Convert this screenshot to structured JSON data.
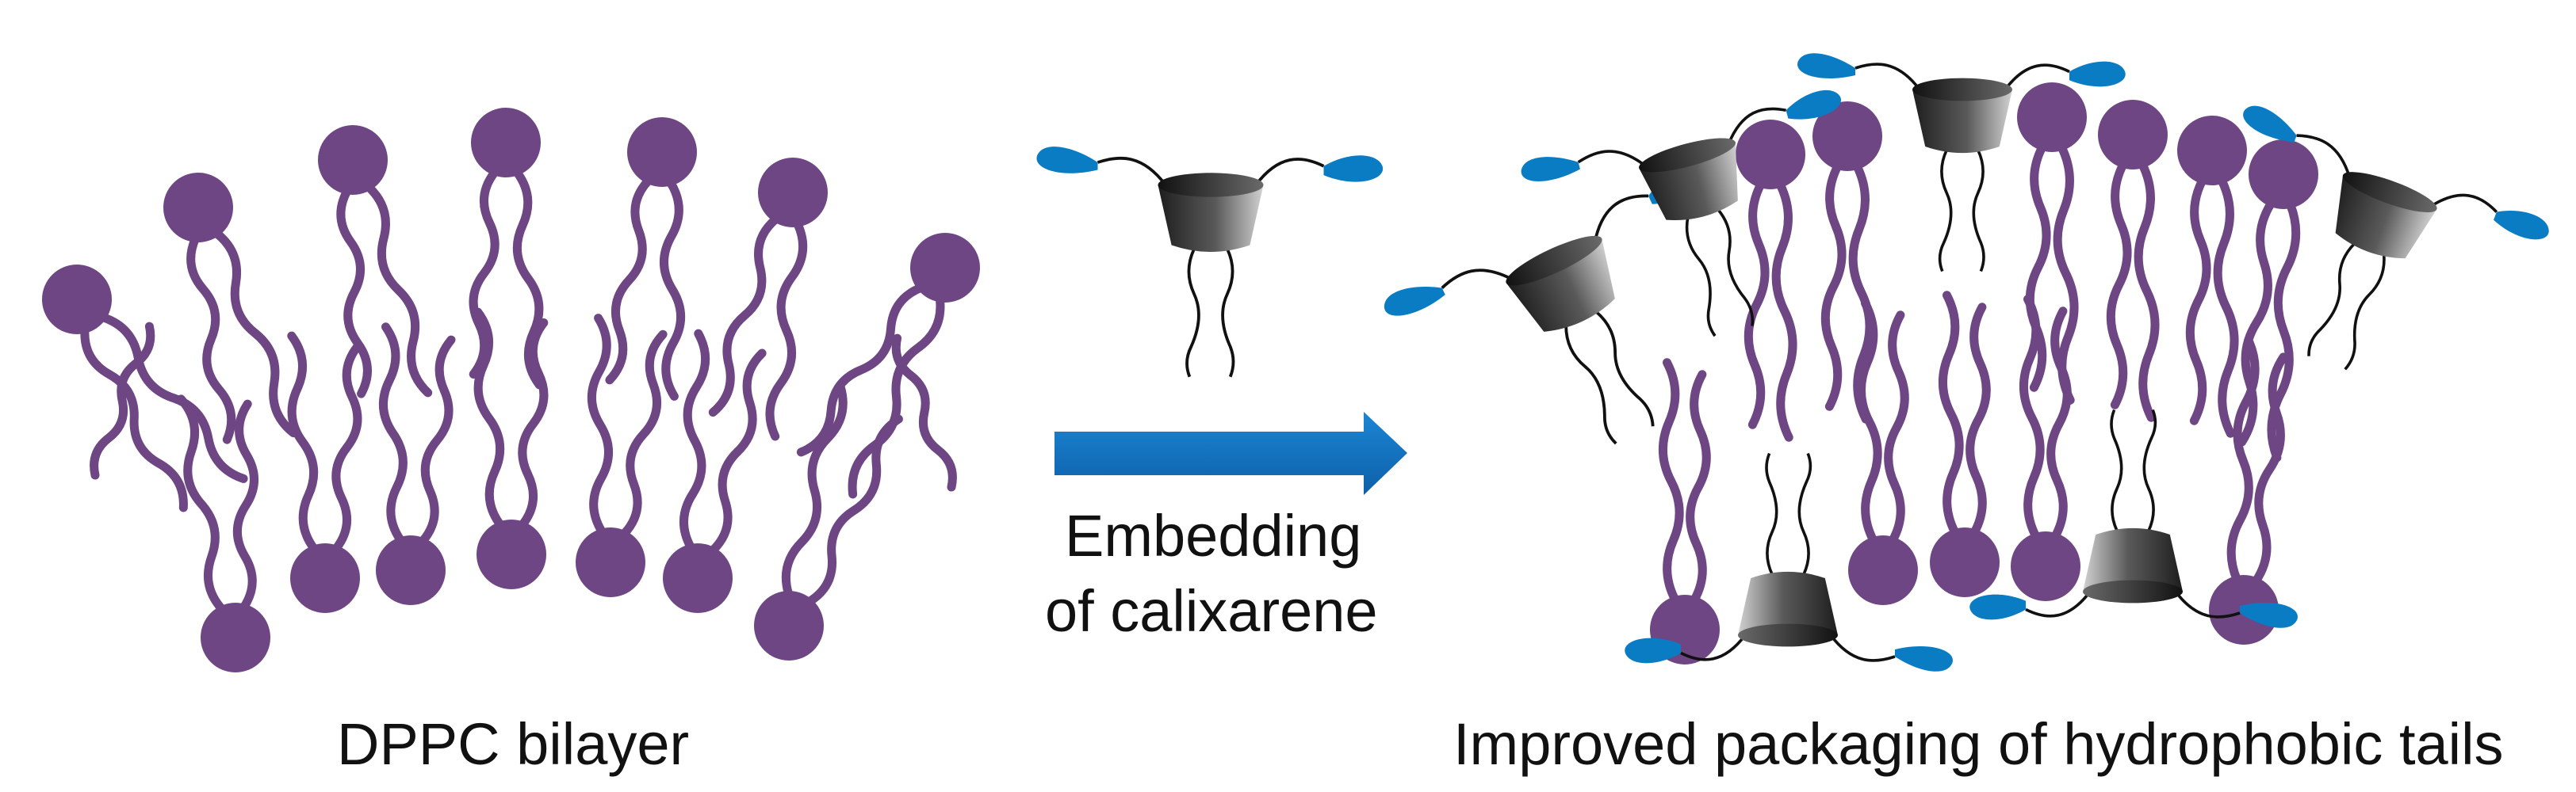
{
  "labels": {
    "left": "DPPC bilayer",
    "arrow_line1": "Embedding",
    "arrow_line2": "of calixarene",
    "right": "Improved packaging of hydrophobic tails"
  },
  "colors": {
    "lipid": "#6e4683",
    "calixarene_dark": "#222222",
    "calixarene_light": "#c8c8c8",
    "substituent": "#0a7cc4",
    "arrow": "#1372c2",
    "text": "#111111"
  },
  "icons": {
    "lipid": "lipid-molecule-icon",
    "calixarene": "calixarene-molecule-icon",
    "arrow": "right-arrow-icon"
  }
}
